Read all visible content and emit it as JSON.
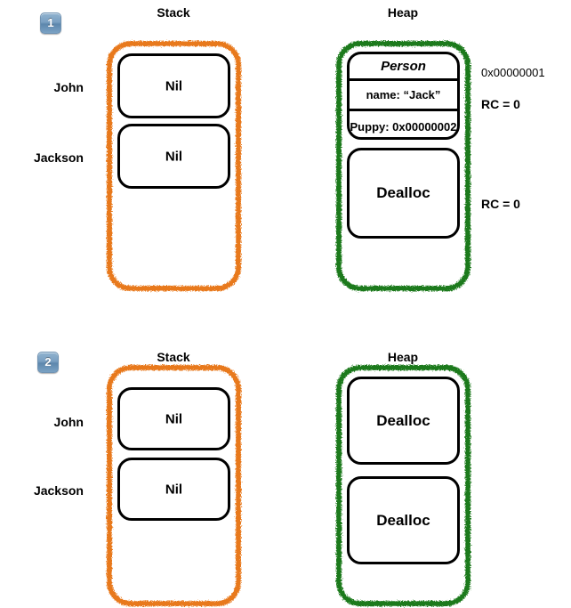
{
  "colors": {
    "stack_border": "#E8791E",
    "heap_border": "#1C7A1C",
    "cell_border": "#000000",
    "badge_blue": "#6f92b2",
    "background": "#ffffff"
  },
  "panels": [
    {
      "step": "1",
      "headings": {
        "stack": "Stack",
        "heap": "Heap"
      },
      "stack": {
        "labels": [
          "John",
          "Jackson"
        ],
        "cells": [
          {
            "text": "Nil"
          },
          {
            "text": "Nil"
          }
        ]
      },
      "heap": {
        "cells": [
          {
            "kind": "object",
            "title": "Person",
            "fields": [
              "name: “Jack”",
              "Puppy: 0x00000002"
            ]
          },
          {
            "kind": "simple",
            "text": "Dealloc"
          }
        ],
        "annotations": [
          {
            "text": "0x00000001",
            "kind": "addr"
          },
          {
            "text": "RC = 0",
            "kind": "rc"
          },
          {
            "text": "RC = 0",
            "kind": "rc"
          }
        ]
      }
    },
    {
      "step": "2",
      "headings": {
        "stack": "Stack",
        "heap": "Heap"
      },
      "stack": {
        "labels": [
          "John",
          "Jackson"
        ],
        "cells": [
          {
            "text": "Nil"
          },
          {
            "text": "Nil"
          }
        ]
      },
      "heap": {
        "cells": [
          {
            "kind": "simple",
            "text": "Dealloc"
          },
          {
            "kind": "simple",
            "text": "Dealloc"
          }
        ],
        "annotations": []
      }
    }
  ]
}
